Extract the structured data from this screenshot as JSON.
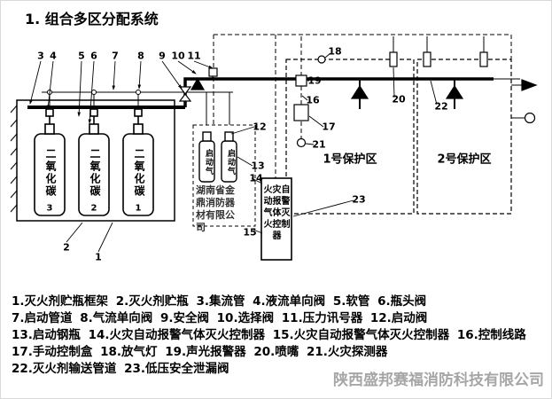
{
  "title": "1. 组合多区分配系统",
  "diagram": {
    "cylinder_label": "二氧化碳",
    "cylinder_numbers": [
      "3",
      "2",
      "1"
    ],
    "start_cylinder_label": "启动气",
    "controller_label": "火灾自动报警气体灭火控制器",
    "vendor_watermark": "湖南省金鼎消防器材有限公司",
    "zones": {
      "zone1": "1号保护区",
      "zone2": "2号保护区"
    },
    "callouts": {
      "n1": "1",
      "n2": "2",
      "n3": "3",
      "n4": "4",
      "n5": "5",
      "n6": "6",
      "n7": "7",
      "n8": "8",
      "n9": "9",
      "n10": "10",
      "n11": "11",
      "n12": "12",
      "n13": "13",
      "n14": "14",
      "n15": "15",
      "n16": "16",
      "n17": "17",
      "n18": "18",
      "n19": "19",
      "n20": "20",
      "n21": "21",
      "n22": "22",
      "n23": "23"
    }
  },
  "legend": {
    "lines": [
      "1.灭火剂贮瓶框架 2.灭火剂贮瓶 3.集流管 4.液流单向阀 5.软管 6.瓶头阀",
      "7.启动管道 8.气流单向阀 9.安全阀 10.选择阀 11.压力讯号器 12.启动阀",
      "13.启动钢瓶 14.火灾自动报警气体灭火控制器 15.火灾自动报警气体灭火控制器 16.控制线路",
      "17.手动控制盒 18.放气灯 19.声光报警器 20.喷嘴 21.火灾探测器",
      "22.灭火剂输送管道 23.低压安全泄漏阀"
    ]
  },
  "watermark": "陕西盛邦赛福消防科技有限公司"
}
